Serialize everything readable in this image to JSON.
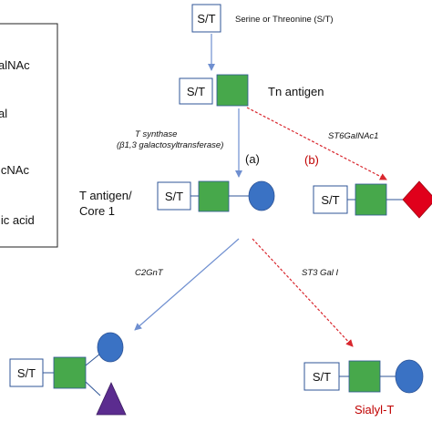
{
  "colors": {
    "galnac_square": "#47a84b",
    "galactose_circle": "#3a72c4",
    "glcnac_triangle": "#5b2c8f",
    "sialic_diamond": "#e0001b",
    "box_border": "#2f5597",
    "blue_arrow": "#6f8fd0",
    "red_arrow": "#d9272e",
    "text": "#111111",
    "red_text": "#c00000"
  },
  "legend": {
    "items": [
      "alNAc",
      "al",
      "lcNAc",
      "lic acid"
    ]
  },
  "serine": {
    "box": "S/T",
    "description": "Serine or Threonine (S/T)"
  },
  "tn": {
    "box": "S/T",
    "label": "Tn antigen"
  },
  "path_a": {
    "enzyme": "T synthase",
    "enzyme_detail": "(β1,3 galactosyltransferase)",
    "letter": "(a)"
  },
  "path_b": {
    "enzyme": "ST6GalNAc1",
    "letter": "(b)"
  },
  "t_antigen": {
    "label_line1": "T antigen/",
    "label_line2": "Core 1",
    "box": "S/T"
  },
  "stn": {
    "box": "S/T"
  },
  "path_c2gnt": {
    "enzyme": "C2GnT"
  },
  "path_st3": {
    "enzyme": "ST3 Gal I"
  },
  "core2": {
    "box": "S/T"
  },
  "sialyl_t": {
    "box": "S/T",
    "label": "Sialyl-T"
  }
}
